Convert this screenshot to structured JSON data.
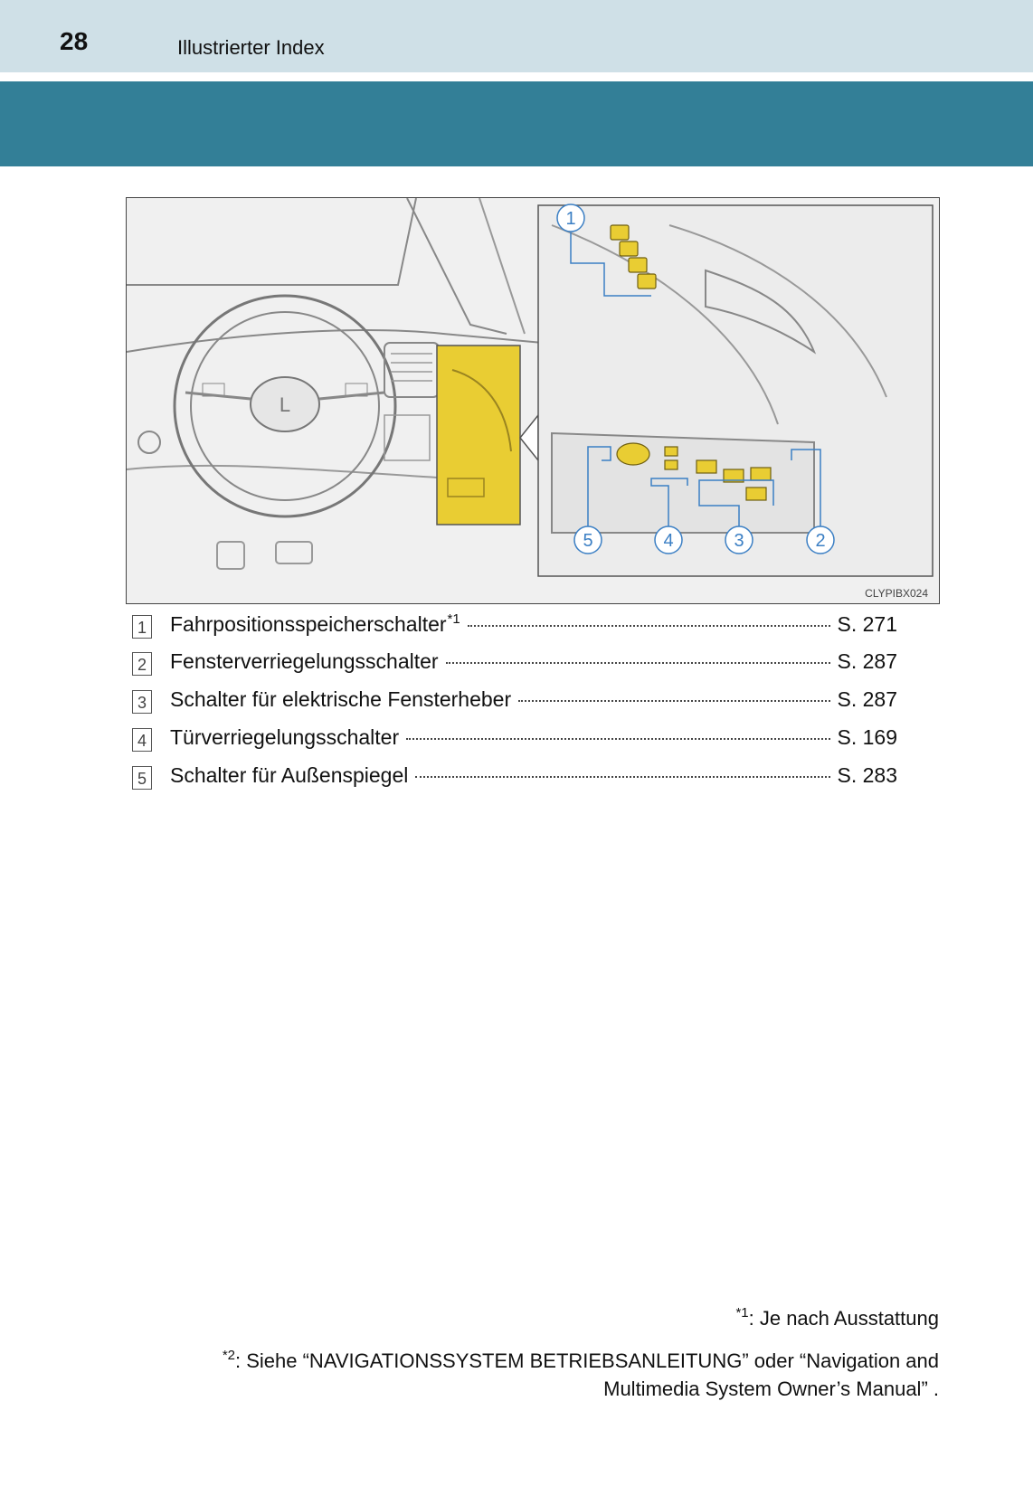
{
  "header": {
    "page_number": "28",
    "section_title": "Illustrierter Index"
  },
  "colors": {
    "header_light": "#cfe0e7",
    "header_band": "#337f97",
    "highlight_yellow": "#e7cc2c",
    "callout_blue": "#3b7fc4"
  },
  "illustration": {
    "image_code": "CLYPIBX024",
    "callouts": [
      "1",
      "5",
      "4",
      "3",
      "2"
    ]
  },
  "index_items": [
    {
      "num": "1",
      "label": "Fahrpositionsspeicherschalter",
      "sup": "*1",
      "page": "S. 271"
    },
    {
      "num": "2",
      "label": "Fensterverriegelungsschalter",
      "sup": "",
      "page": "S. 287"
    },
    {
      "num": "3",
      "label": "Schalter für elektrische Fensterheber",
      "sup": "",
      "page": "S. 287"
    },
    {
      "num": "4",
      "label": "Türverriegelungsschalter",
      "sup": "",
      "page": "S. 169"
    },
    {
      "num": "5",
      "label": "Schalter für Außenspiegel",
      "sup": "",
      "page": "S. 283"
    }
  ],
  "footnotes": [
    {
      "mark": "*1",
      "text": ": Je nach Ausstattung"
    },
    {
      "mark": "*2",
      "text": ": Siehe “NAVIGATIONSSYSTEM BETRIEBSANLEITUNG” oder “Navigation and",
      "text2": "Multimedia System Owner’s Manual” ."
    }
  ]
}
